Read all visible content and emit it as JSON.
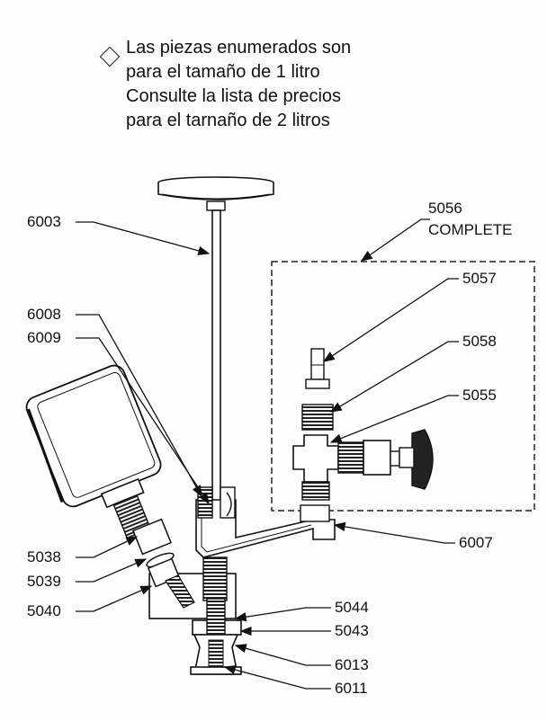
{
  "note": {
    "lines": [
      "Las piezas enumerados son",
      "para el tamaño de 1 litro",
      "Consulte la lista de precios",
      "para el tarnaño de 2 litros"
    ]
  },
  "labels": {
    "p6003": "6003",
    "p5056": "5056",
    "p5056_sub": "COMPLETE",
    "p5057": "5057",
    "p6008": "6008",
    "p6009": "6009",
    "p5058": "5058",
    "p5055": "5055",
    "p5038": "5038",
    "p5039": "5039",
    "p5040": "5040",
    "p6007": "6007",
    "p5044": "5044",
    "p5043": "5043",
    "p6013": "6013",
    "p6011": "6011"
  }
}
